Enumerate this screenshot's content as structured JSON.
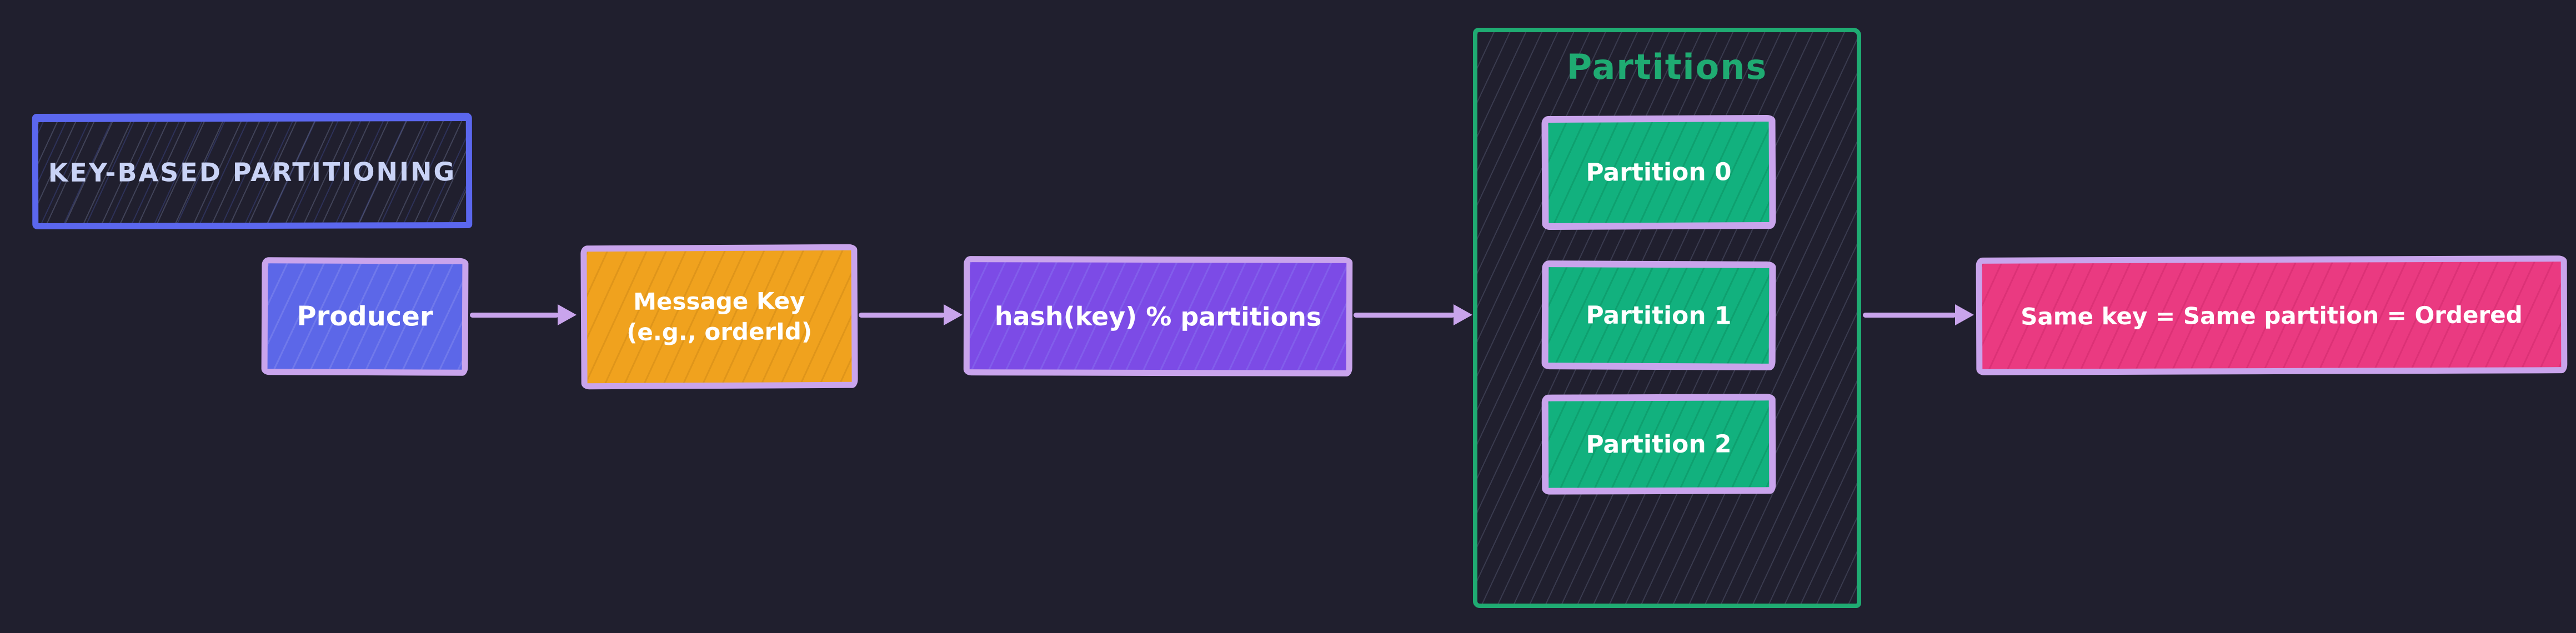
{
  "canvas": {
    "background": "#201f2e"
  },
  "palette": {
    "lavender_stroke": "#c9a4ec",
    "white_text": "#ffffff"
  },
  "title_box": {
    "label": "KEY-BASED PARTITIONING",
    "border_color": "#5b67ee",
    "text_color": "#c9d3f6"
  },
  "nodes": {
    "producer": {
      "label": "Producer",
      "fill": "#5c67e8"
    },
    "message_key": {
      "line1": "Message Key",
      "line2": "(e.g., orderId)",
      "fill": "#f0a21e"
    },
    "hash_formula": {
      "label": "hash(key) % partitions",
      "fill": "#7c4be6"
    },
    "result": {
      "label": "Same key = Same partition = Ordered",
      "fill": "#ea3a81"
    }
  },
  "partitions": {
    "title": "Partitions",
    "accent": "#1fab72",
    "item_fill": "#12b17e",
    "items": [
      {
        "label": "Partition 0"
      },
      {
        "label": "Partition 1"
      },
      {
        "label": "Partition 2"
      }
    ]
  }
}
